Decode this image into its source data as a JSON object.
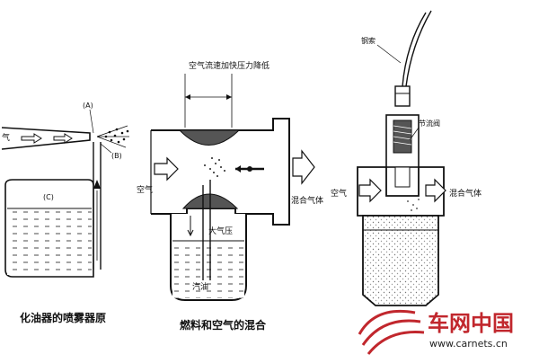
{
  "fig1": {
    "label_a": "(A)",
    "label_b": "(B)",
    "label_c": "(C)",
    "air": "气",
    "caption": "化油器的喷雾器原"
  },
  "fig2": {
    "top_label": "空气流速加快压力降低",
    "air_in": "空气",
    "mix_out": "混合气体",
    "atm": "大气压",
    "fuel": "汽油",
    "caption": "燃料和空气的混合"
  },
  "fig3": {
    "cable": "钢索",
    "throttle": "节流阀",
    "air_in": "空气",
    "mix_out": "混合气体"
  },
  "watermark": {
    "name": "车网中国",
    "url": "www.carnets.cn",
    "color": "#c1272d"
  }
}
